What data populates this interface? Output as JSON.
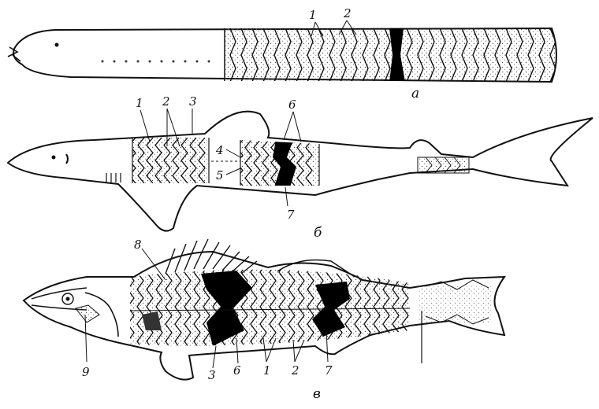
{
  "figure": {
    "panels": [
      {
        "id": "a",
        "label": "a"
      },
      {
        "id": "b",
        "label": "б"
      },
      {
        "id": "v",
        "label": "в"
      }
    ],
    "callouts": {
      "a": [
        "1",
        "2"
      ],
      "b": [
        "1",
        "2",
        "3",
        "6",
        "4",
        "5",
        "7"
      ],
      "v": [
        "8",
        "9",
        "3",
        "6",
        "1",
        "2",
        "7"
      ]
    }
  }
}
